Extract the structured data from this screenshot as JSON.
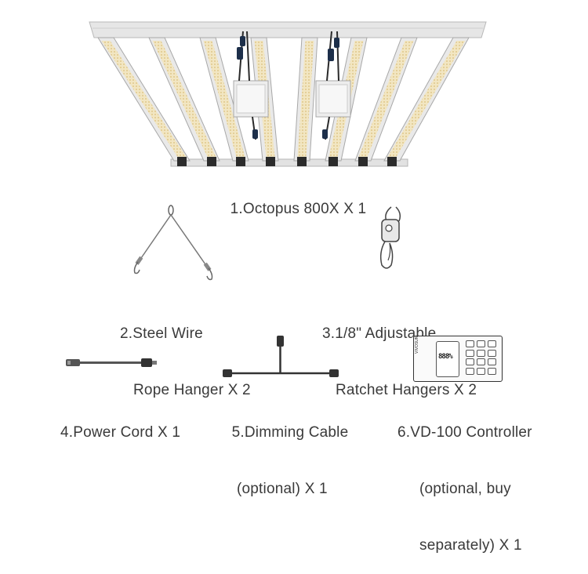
{
  "items": [
    {
      "lines": [
        "1.Octopus 800X X 1"
      ]
    },
    {
      "lines": [
        "2.Steel Wire",
        "Rope Hanger X 2"
      ]
    },
    {
      "lines": [
        "3.1/8\" Adjustable",
        "Ratchet Hangers X 2"
      ]
    },
    {
      "lines": [
        "4.Power Cord X 1"
      ]
    },
    {
      "lines": [
        "5.Dimming Cable",
        "(optional) X 1"
      ]
    },
    {
      "lines": [
        "6.VD-100 Controller",
        "(optional, buy",
        "separately) X 1"
      ]
    }
  ],
  "controller": {
    "brand": "VIVOSUN",
    "display": "888%"
  }
}
